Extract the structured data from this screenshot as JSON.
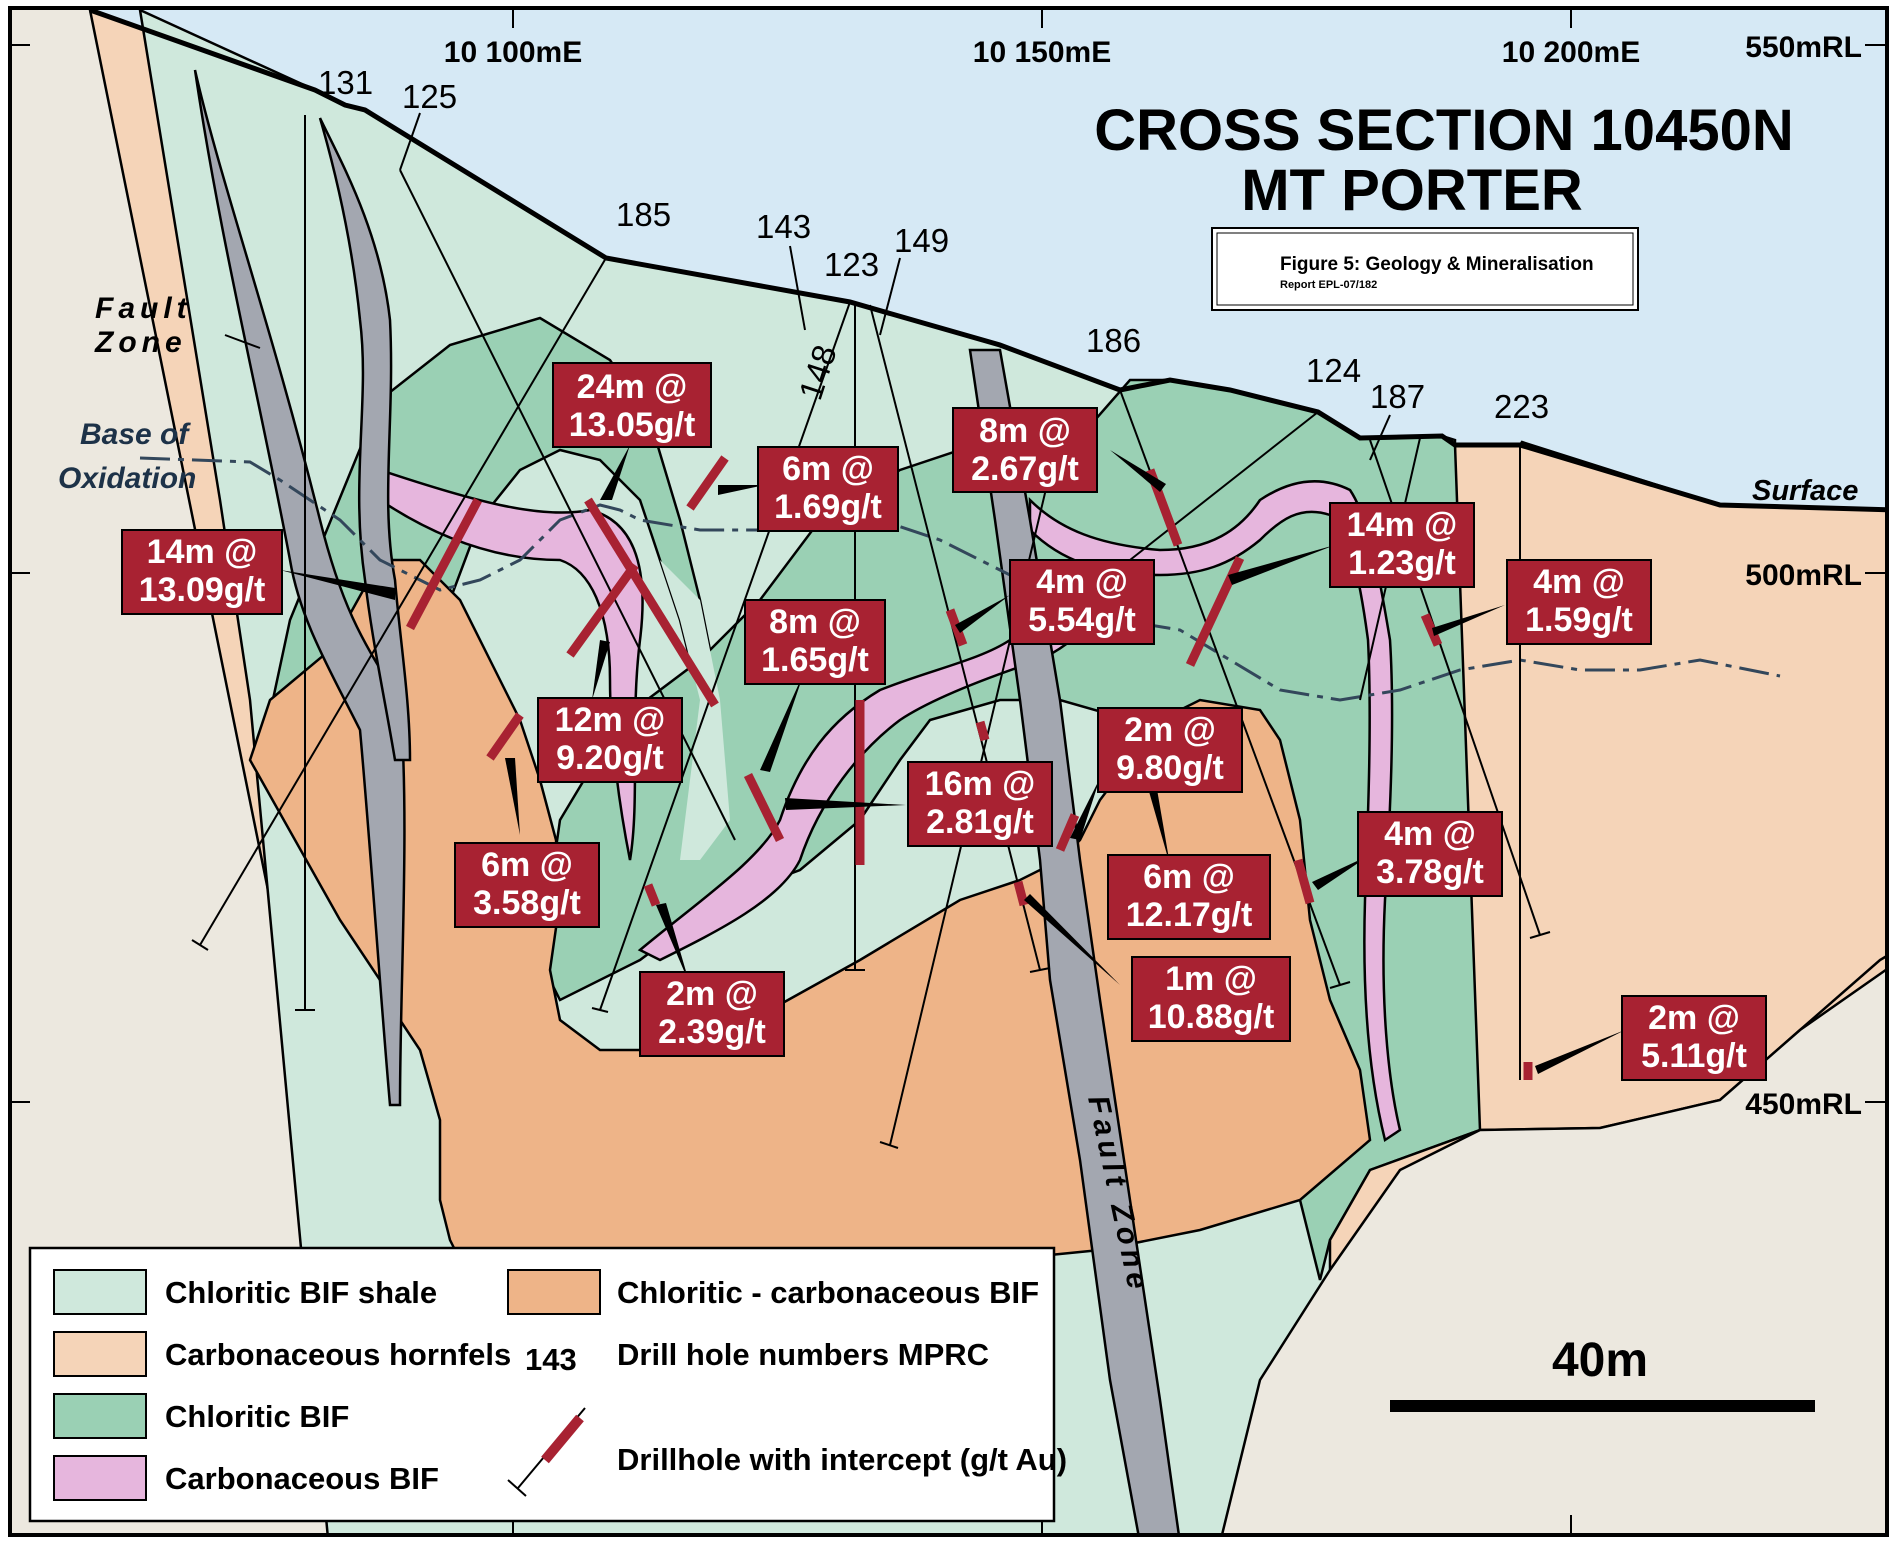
{
  "title": {
    "line1": "CROSS SECTION 10450N",
    "line2": "MT PORTER"
  },
  "figure_caption": {
    "title": "Figure 5: Geology & Mineralisation",
    "report": "Report EPL-07/182"
  },
  "axes": {
    "eastings": [
      "10 100mE",
      "10 150mE",
      "10 200mE"
    ],
    "rl": [
      "550mRL",
      "500mRL",
      "450mRL"
    ]
  },
  "labels": {
    "fault_zone_left_1": "Fault",
    "fault_zone_left_2": "Zone",
    "fault_zone_center": "Fault Zone",
    "base_oxidation_1": "Base of",
    "base_oxidation_2": "Oxidation",
    "surface": "Surface"
  },
  "drill_holes": [
    "131",
    "125",
    "185",
    "143",
    "123",
    "149",
    "148",
    "186",
    "124",
    "187",
    "223"
  ],
  "intercepts": [
    {
      "l1": "24m @",
      "l2": "13.05g/t"
    },
    {
      "l1": "6m @",
      "l2": "1.69g/t"
    },
    {
      "l1": "8m @",
      "l2": "2.67g/t"
    },
    {
      "l1": "14m @",
      "l2": "13.09g/t"
    },
    {
      "l1": "14m @",
      "l2": "1.23g/t"
    },
    {
      "l1": "4m @",
      "l2": "5.54g/t"
    },
    {
      "l1": "4m @",
      "l2": "1.59g/t"
    },
    {
      "l1": "8m @",
      "l2": "1.65g/t"
    },
    {
      "l1": "12m @",
      "l2": "9.20g/t"
    },
    {
      "l1": "2m @",
      "l2": "9.80g/t"
    },
    {
      "l1": "16m @",
      "l2": "2.81g/t"
    },
    {
      "l1": "6m @",
      "l2": "3.58g/t"
    },
    {
      "l1": "4m @",
      "l2": "3.78g/t"
    },
    {
      "l1": "6m @",
      "l2": "12.17g/t"
    },
    {
      "l1": "2m @",
      "l2": "2.39g/t"
    },
    {
      "l1": "1m @",
      "l2": "10.88g/t"
    },
    {
      "l1": "2m @",
      "l2": "5.11g/t"
    }
  ],
  "legend": {
    "chloritic_bif_shale": "Chloritic BIF shale",
    "carbonaceous_hornfels": "Carbonaceous hornfels",
    "chloritic_bif": "Chloritic BIF",
    "carbonaceous_bif": "Carbonaceous BIF",
    "chloritic_carbonaceous_bif": "Chloritic - carbonaceous BIF",
    "drill_hole_number_example": "143",
    "drill_hole_numbers": "Drill hole numbers MPRC",
    "drillhole_intercept": "Drillhole with intercept (g/t Au)"
  },
  "scale_bar": {
    "label": "40m"
  },
  "colors": {
    "sky": "#d6e9f5",
    "chloritic_bif_shale": "#cfe8dc",
    "carbonaceous_hornfels": "#f5d4b8",
    "chloritic_bif": "#9ad0b4",
    "carbonaceous_bif": "#e6b6dd",
    "chloritic_carbonaceous_bif": "#eeb488",
    "fault_zone": "#a3a7b0",
    "country_rock": "#ece8df",
    "intercept_box": "#a82232",
    "oxidation_line": "#33475b"
  }
}
